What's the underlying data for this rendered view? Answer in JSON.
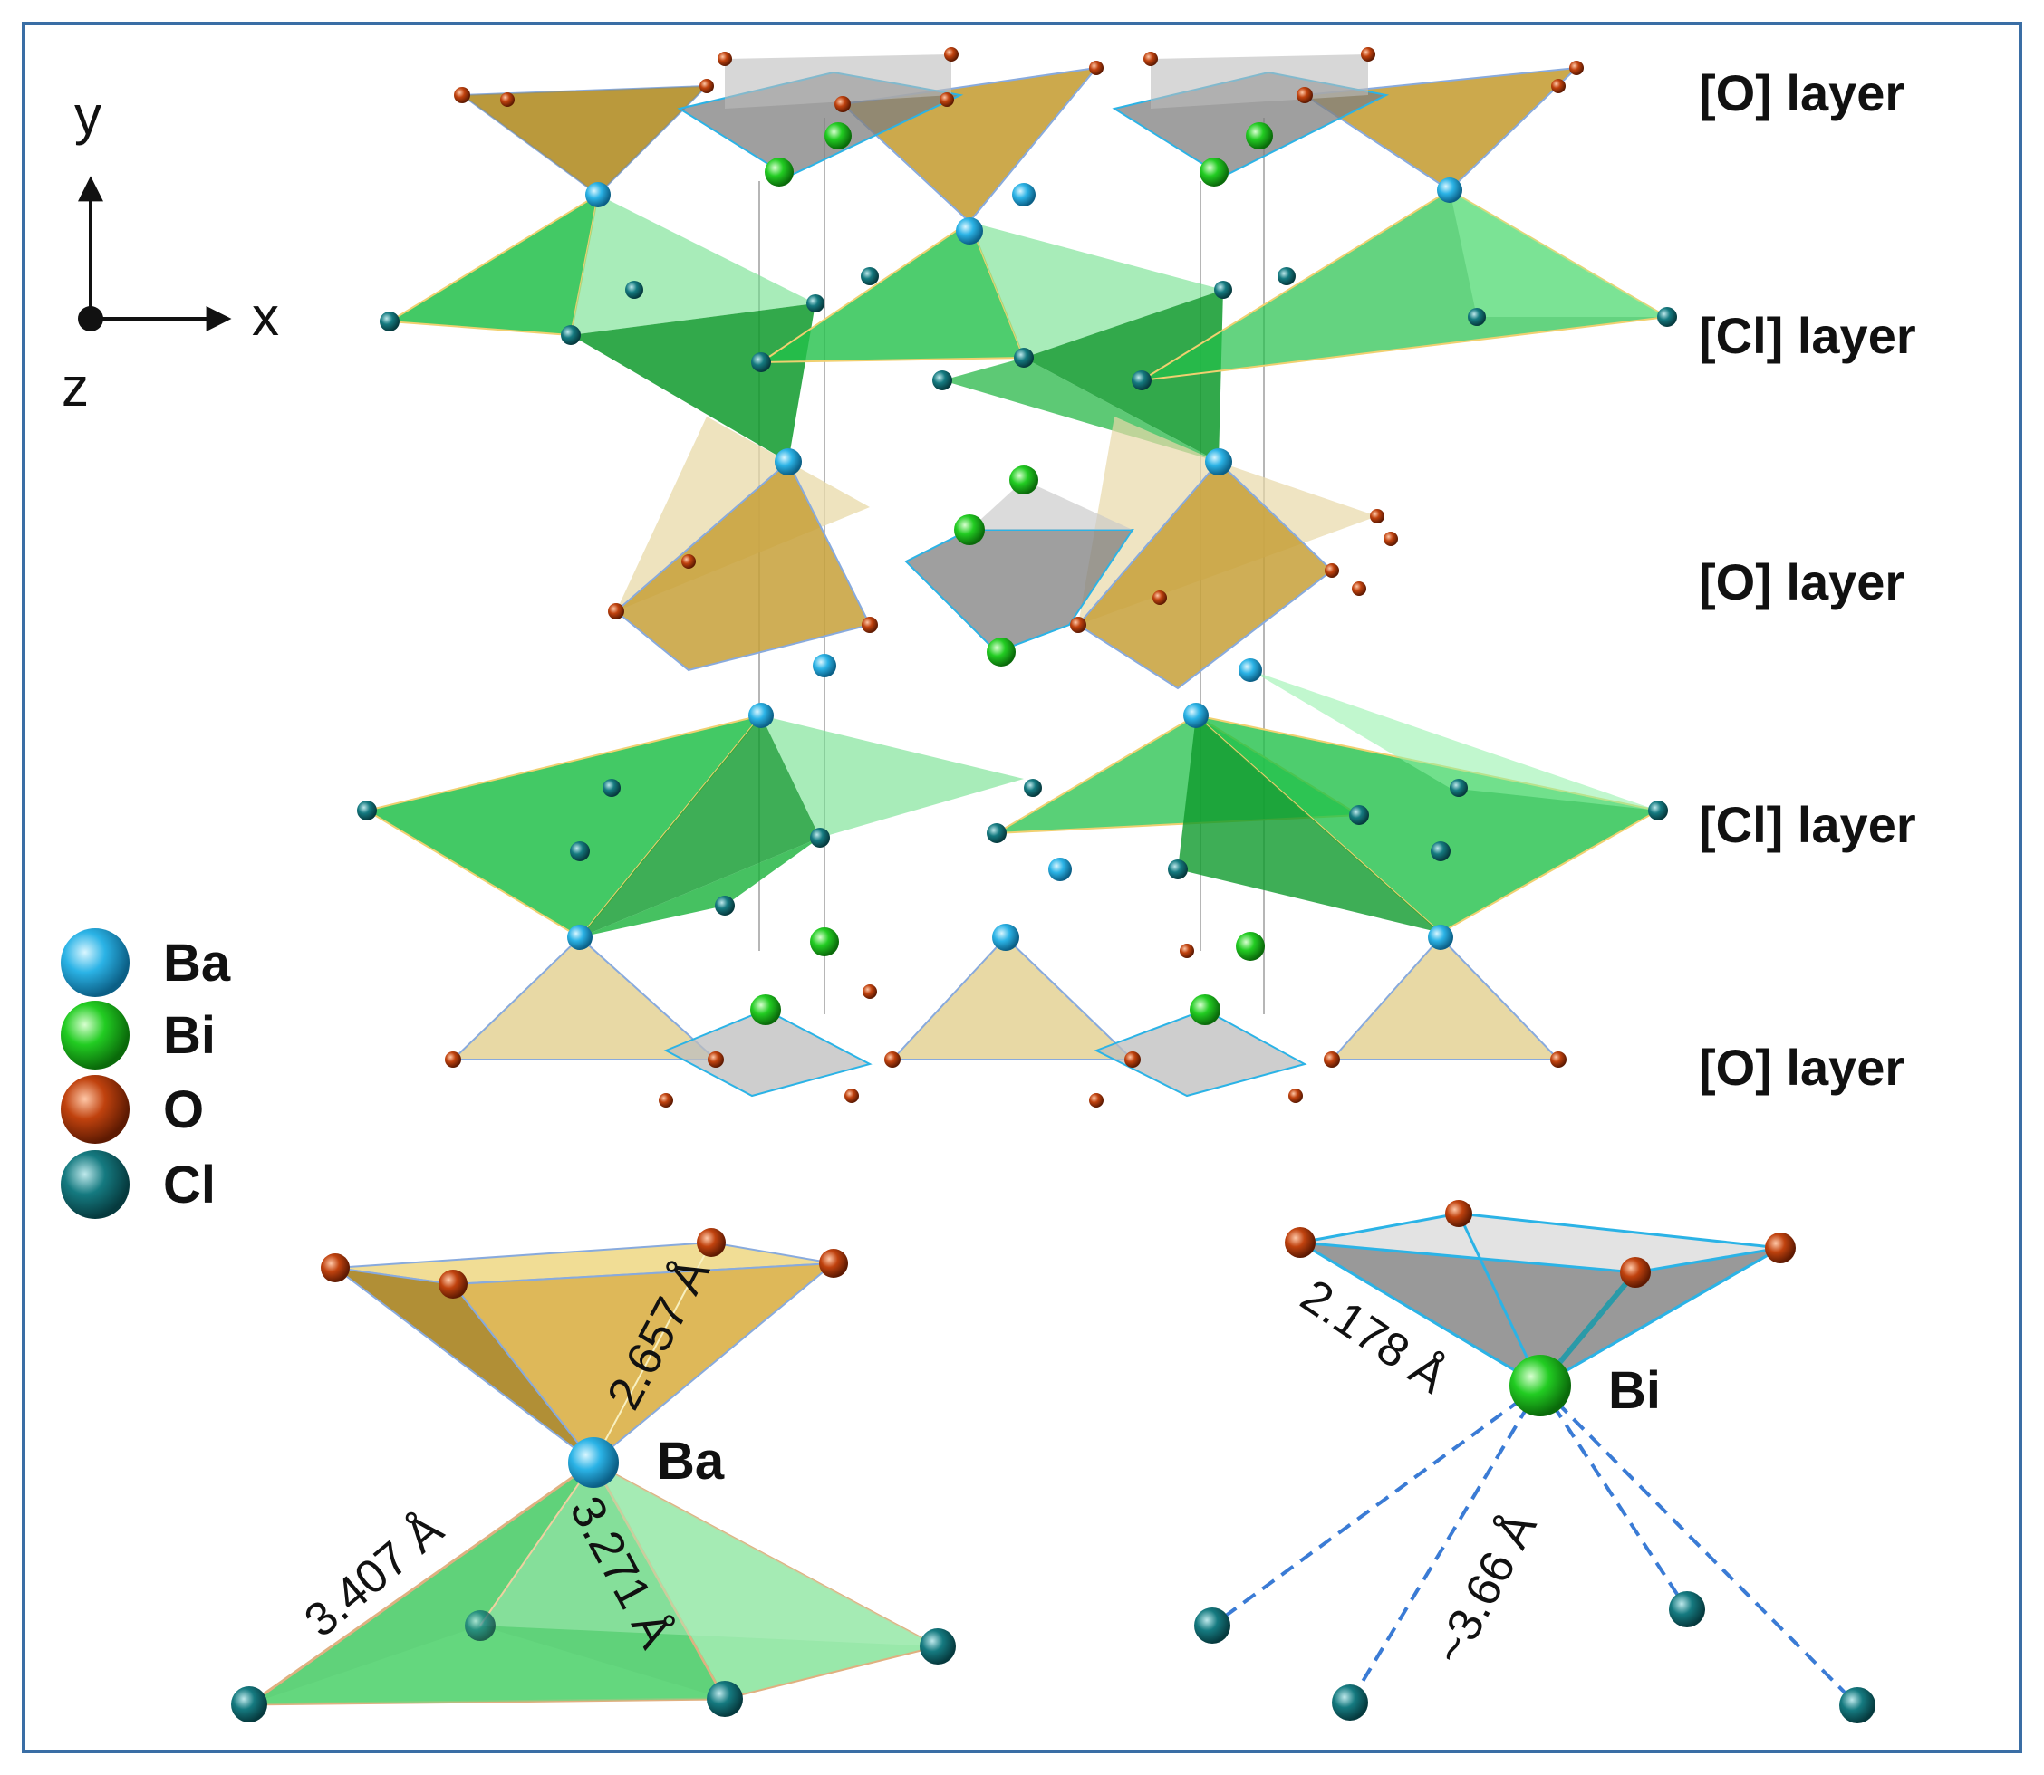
{
  "layers": [
    {
      "label": "[O] layer"
    },
    {
      "label": "[Cl]  layer"
    },
    {
      "label": "[O] layer"
    },
    {
      "label": "[Cl]  layer"
    },
    {
      "label": "[O] layer"
    }
  ],
  "axes": {
    "y": "y",
    "x": "x",
    "z": "z"
  },
  "legend": [
    {
      "label": "Ba",
      "color": "#2bb3e6"
    },
    {
      "label": "Bi",
      "color": "#22cc22"
    },
    {
      "label": "O",
      "color": "#c0420e"
    },
    {
      "label": "Cl",
      "color": "#157a80"
    }
  ],
  "ba_detail": {
    "atom": "Ba",
    "d_o": "2.657 Å",
    "d_cl1": "3.407 Å",
    "d_cl2": "3.271 Å"
  },
  "bi_detail": {
    "atom": "Bi",
    "d_o": "2.178 Å",
    "d_cl": "~3.66 Å"
  },
  "colors": {
    "frame": "#3a6ea5",
    "gold": "#d8b24a",
    "green": "#22c04a",
    "gray": "#9a9a9a",
    "bond_dash": "#3a7bd5"
  }
}
